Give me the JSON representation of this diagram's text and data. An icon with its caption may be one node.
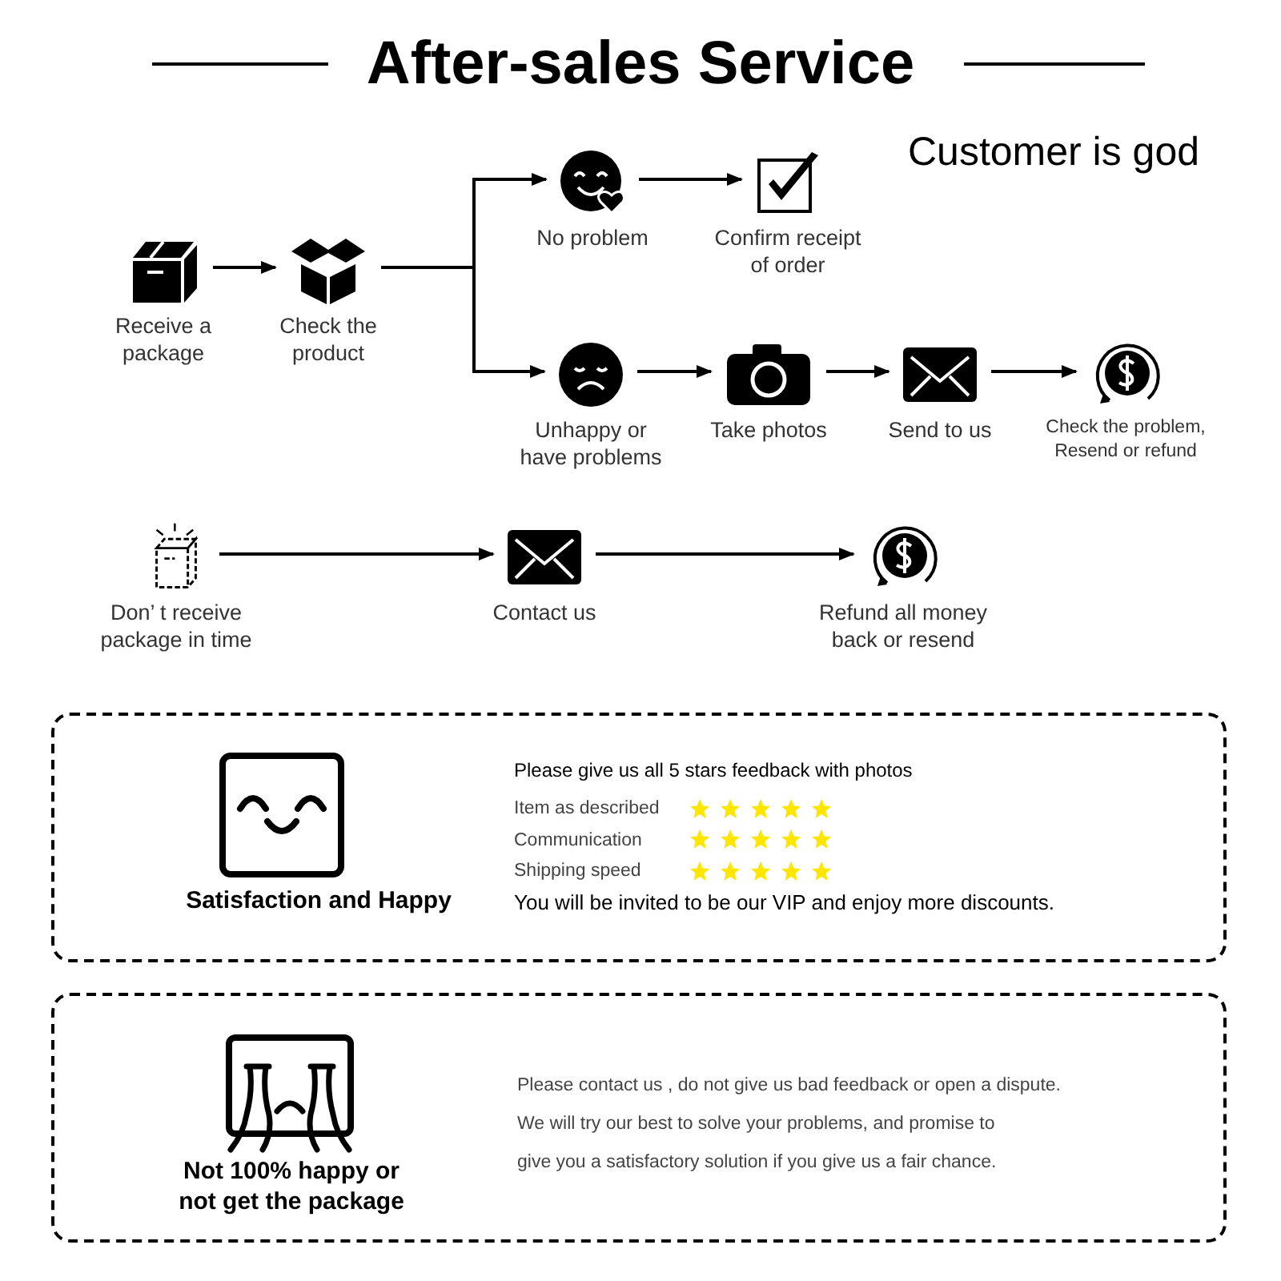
{
  "diagram": {
    "title": "After-sales Service",
    "nodes": [
      {
        "text": [
          "Receive a package"
        ]
      },
      {
        "text": [
          "Check the product"
        ]
      },
      {
        "text": [
          "No problem"
        ]
      },
      {
        "text": [
          "Confirm receipt of order"
        ]
      },
      {
        "text": [
          "Unhappy or have problems"
        ]
      },
      {
        "text": [
          "Take photos"
        ]
      },
      {
        "text": [
          "Send to us"
        ]
      },
      {
        "text": [
          "Check the problem, Resend or refund"
        ]
      },
      {
        "text": [
          "Don’ t receive package in time"
        ]
      },
      {
        "text": [
          "Contact us"
        ]
      },
      {
        "text": [
          "Refund all money back or resend"
        ]
      },
      {
        "text": [
          "Satisfaction and Happy",
          "Please give us all 5 stars feedback with photos",
          "Item as described",
          "Communication",
          "Shipping speed",
          "You will be invited to be our VIP and enjoy more discounts."
        ]
      },
      {
        "text": [
          "Not 100% happy or not get the package",
          "Please contact us , do not give us bad feedback or open a dispute.",
          "We will try our best to solve your problems, and promise to",
          "give you a satisfactory solution if you give us a fair chance."
        ]
      }
    ],
    "edges": [
      {
        "from": 0,
        "to": 1,
        "arrow": "to"
      },
      {
        "from": 1,
        "to": 2,
        "arrow": "to"
      },
      {
        "from": 1,
        "to": 4,
        "arrow": "to"
      },
      {
        "from": 2,
        "to": 3,
        "arrow": "to"
      },
      {
        "from": 4,
        "to": 5,
        "arrow": "to"
      },
      {
        "from": 5,
        "to": 6,
        "arrow": "to"
      },
      {
        "from": 6,
        "to": 7,
        "arrow": "to"
      },
      {
        "from": 8,
        "to": 9,
        "arrow": "to"
      },
      {
        "from": 9,
        "to": 10,
        "arrow": "to"
      }
    ],
    "labels": [
      "Customer is god"
    ]
  }
}
